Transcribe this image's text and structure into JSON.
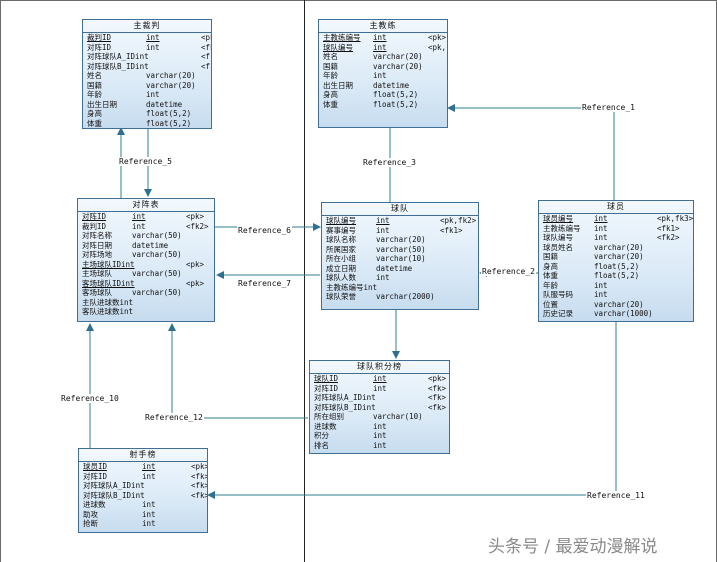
{
  "watermark": "头条号 / 最爱动漫解说",
  "references": {
    "r1": "Reference_1",
    "r2": "Reference_2",
    "r3": "Reference_3",
    "r5": "Reference_5",
    "r6": "Reference_6",
    "r7": "Reference_7",
    "r10": "Reference_10",
    "r11": "Reference_11",
    "r12": "Reference_12"
  },
  "entities": {
    "zhucaipan": {
      "title": "主裁判",
      "rows": [
        {
          "name": "裁判ID",
          "type": "int",
          "key": "<pk>"
        },
        {
          "name": "对阵ID",
          "type": "int",
          "key": "<fk>"
        },
        {
          "name": "对阵球队A_IDint",
          "type": "",
          "key": "<f"
        },
        {
          "name": "对阵球队B_IDint",
          "type": "",
          "key": "<f"
        },
        {
          "name": "姓名",
          "type": "varchar(20)",
          "key": ""
        },
        {
          "name": "国籍",
          "type": "varchar(20)",
          "key": ""
        },
        {
          "name": "年龄",
          "type": "int",
          "key": ""
        },
        {
          "name": "出生日期",
          "type": "datetime",
          "key": ""
        },
        {
          "name": "身高",
          "type": "float(5,2)",
          "key": ""
        },
        {
          "name": "体重",
          "type": "float(5,2)",
          "key": ""
        }
      ]
    },
    "zhujiaolian": {
      "title": "主教练",
      "rows": [
        {
          "name": "主教练编号",
          "type": "int",
          "key": "<pk>"
        },
        {
          "name": "球队编号",
          "type": "int",
          "key": "<pk,"
        },
        {
          "name": "姓名",
          "type": "varchar(20)",
          "key": ""
        },
        {
          "name": "国籍",
          "type": "varchar(20)",
          "key": ""
        },
        {
          "name": "年龄",
          "type": "int",
          "key": ""
        },
        {
          "name": "出生日期",
          "type": "datetime",
          "key": ""
        },
        {
          "name": "身高",
          "type": "float(5,2)",
          "key": ""
        },
        {
          "name": "体重",
          "type": "float(5,2)",
          "key": ""
        }
      ]
    },
    "duizhenbiao": {
      "title": "对阵表",
      "rows": [
        {
          "name": "对阵ID",
          "type": "int",
          "key": "<pk>"
        },
        {
          "name": "裁判ID",
          "type": "int",
          "key": "<fk2>"
        },
        {
          "name": "对阵名称",
          "type": "varchar(50)",
          "key": ""
        },
        {
          "name": "对阵日期",
          "type": "datetime",
          "key": ""
        },
        {
          "name": "对阵场地",
          "type": "varchar(50)",
          "key": ""
        },
        {
          "name": "主场球队IDint",
          "type": "",
          "key": "<pk>"
        },
        {
          "name": "主场球队",
          "type": "varchar(50)",
          "key": ""
        },
        {
          "name": "客场球队IDint",
          "type": "",
          "key": "<pk>"
        },
        {
          "name": "客场球队",
          "type": "varchar(50)",
          "key": ""
        },
        {
          "name": "主队进球数int",
          "type": "",
          "key": ""
        },
        {
          "name": "客队进球数int",
          "type": "",
          "key": ""
        }
      ]
    },
    "qiudui": {
      "title": "球队",
      "rows": [
        {
          "name": "球队编号",
          "type": "int",
          "key": "<pk,fk2>"
        },
        {
          "name": "赛事编号",
          "type": "int",
          "key": "<fk1>"
        },
        {
          "name": "球队名称",
          "type": "varchar(20)",
          "key": ""
        },
        {
          "name": "所属国家",
          "type": "varchar(50)",
          "key": ""
        },
        {
          "name": "所在小组",
          "type": "varchar(10)",
          "key": ""
        },
        {
          "name": "成立日期",
          "type": "datetime",
          "key": ""
        },
        {
          "name": "球队人数",
          "type": "int",
          "key": ""
        },
        {
          "name": "主教练编号int",
          "type": "",
          "key": ""
        },
        {
          "name": "球队荣誉",
          "type": "varchar(2000)",
          "key": ""
        }
      ]
    },
    "qiuyuan": {
      "title": "球员",
      "rows": [
        {
          "name": "球员编号",
          "type": "int",
          "key": "<pk,fk3>"
        },
        {
          "name": "主教练编号",
          "type": "int",
          "key": "<fk1>"
        },
        {
          "name": "球队编号",
          "type": "int",
          "key": "<fk2>"
        },
        {
          "name": "球员姓名",
          "type": "varchar(20)",
          "key": ""
        },
        {
          "name": "国籍",
          "type": "varchar(20)",
          "key": ""
        },
        {
          "name": "身高",
          "type": "float(5,2)",
          "key": ""
        },
        {
          "name": "体重",
          "type": "float(5,2)",
          "key": ""
        },
        {
          "name": "年龄",
          "type": "int",
          "key": ""
        },
        {
          "name": "队服号码",
          "type": "int",
          "key": ""
        },
        {
          "name": "位置",
          "type": "varchar(20)",
          "key": ""
        },
        {
          "name": "历史记录",
          "type": "varchar(1000)",
          "key": ""
        }
      ]
    },
    "jifenbang": {
      "title": "球队积分榜",
      "rows": [
        {
          "name": "球队ID",
          "type": "int",
          "key": "<pk>"
        },
        {
          "name": "对阵ID",
          "type": "int",
          "key": "<fk>"
        },
        {
          "name": "对阵球队A_IDint",
          "type": "",
          "key": "<fk>"
        },
        {
          "name": "对阵球队B_IDint",
          "type": "",
          "key": "<fk>"
        },
        {
          "name": "所在组别",
          "type": "varchar(10)",
          "key": ""
        },
        {
          "name": "进球数",
          "type": "int",
          "key": ""
        },
        {
          "name": "积分",
          "type": "int",
          "key": ""
        },
        {
          "name": "排名",
          "type": "int",
          "key": ""
        }
      ]
    },
    "sheshoubang": {
      "title": "射手榜",
      "rows": [
        {
          "name": "球员ID",
          "type": "int",
          "key": "<pk>"
        },
        {
          "name": "对阵ID",
          "type": "int",
          "key": "<fk>"
        },
        {
          "name": "对阵球队A_IDint",
          "type": "",
          "key": "<fk>"
        },
        {
          "name": "对阵球队B_IDint",
          "type": "",
          "key": "<fk>"
        },
        {
          "name": "进球数",
          "type": "int",
          "key": ""
        },
        {
          "name": "助攻",
          "type": "int",
          "key": ""
        },
        {
          "name": "抢断",
          "type": "int",
          "key": ""
        }
      ]
    }
  }
}
